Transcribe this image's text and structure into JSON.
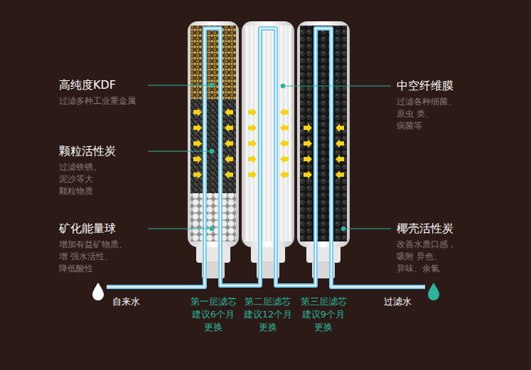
{
  "diagram": {
    "labels": [
      "高纯度KDF",
      "过滤多种工业重金属",
      "颗粒活性炭",
      "过滤铁锈、泥沙等大 颗粒物质",
      "矿化能量球",
      "增加有益矿物质、增 强水活性、降低酸性",
      "中空纤维膜",
      "过滤各种细菌、原虫 类、病菌等",
      "椰壳活性炭",
      "改善水质口感，吸附 异色、异味、余氯",
      "自来水",
      "第一层滤芯 建议6个月 更换",
      "第二层滤芯 建议12个月 更换",
      "第三层滤芯 建议9个月 更换",
      "过滤水"
    ]
  }
}
